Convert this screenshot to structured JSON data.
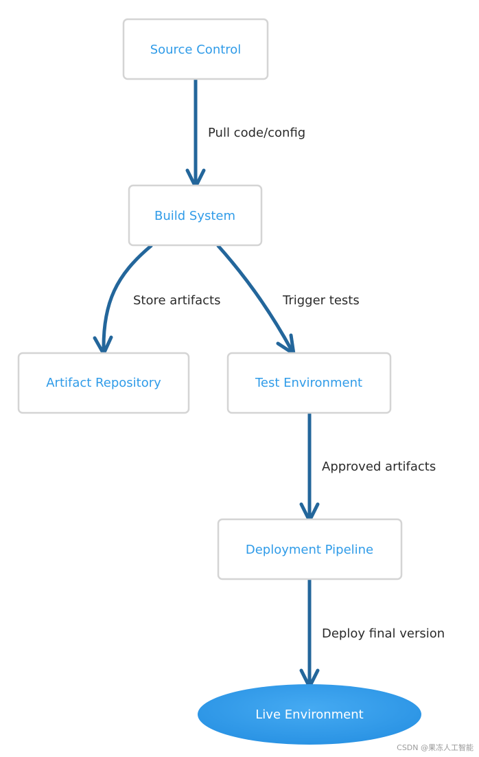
{
  "diagram": {
    "nodes": {
      "source_control": "Source Control",
      "build_system": "Build System",
      "artifact_repository": "Artifact Repository",
      "test_environment": "Test Environment",
      "deployment_pipeline": "Deployment Pipeline",
      "live_environment": "Live Environment"
    },
    "edges": {
      "pull_code": "Pull code/config",
      "store_artifacts": "Store artifacts",
      "trigger_tests": "Trigger tests",
      "approved_artifacts": "Approved artifacts",
      "deploy_final": "Deploy final version"
    }
  },
  "watermark": "CSDN @果冻人工智能",
  "colors": {
    "arrow": "#23669b",
    "node_border": "#d4d4d4",
    "node_text": "#2f9be8",
    "live_fill": "#2f9be8"
  }
}
